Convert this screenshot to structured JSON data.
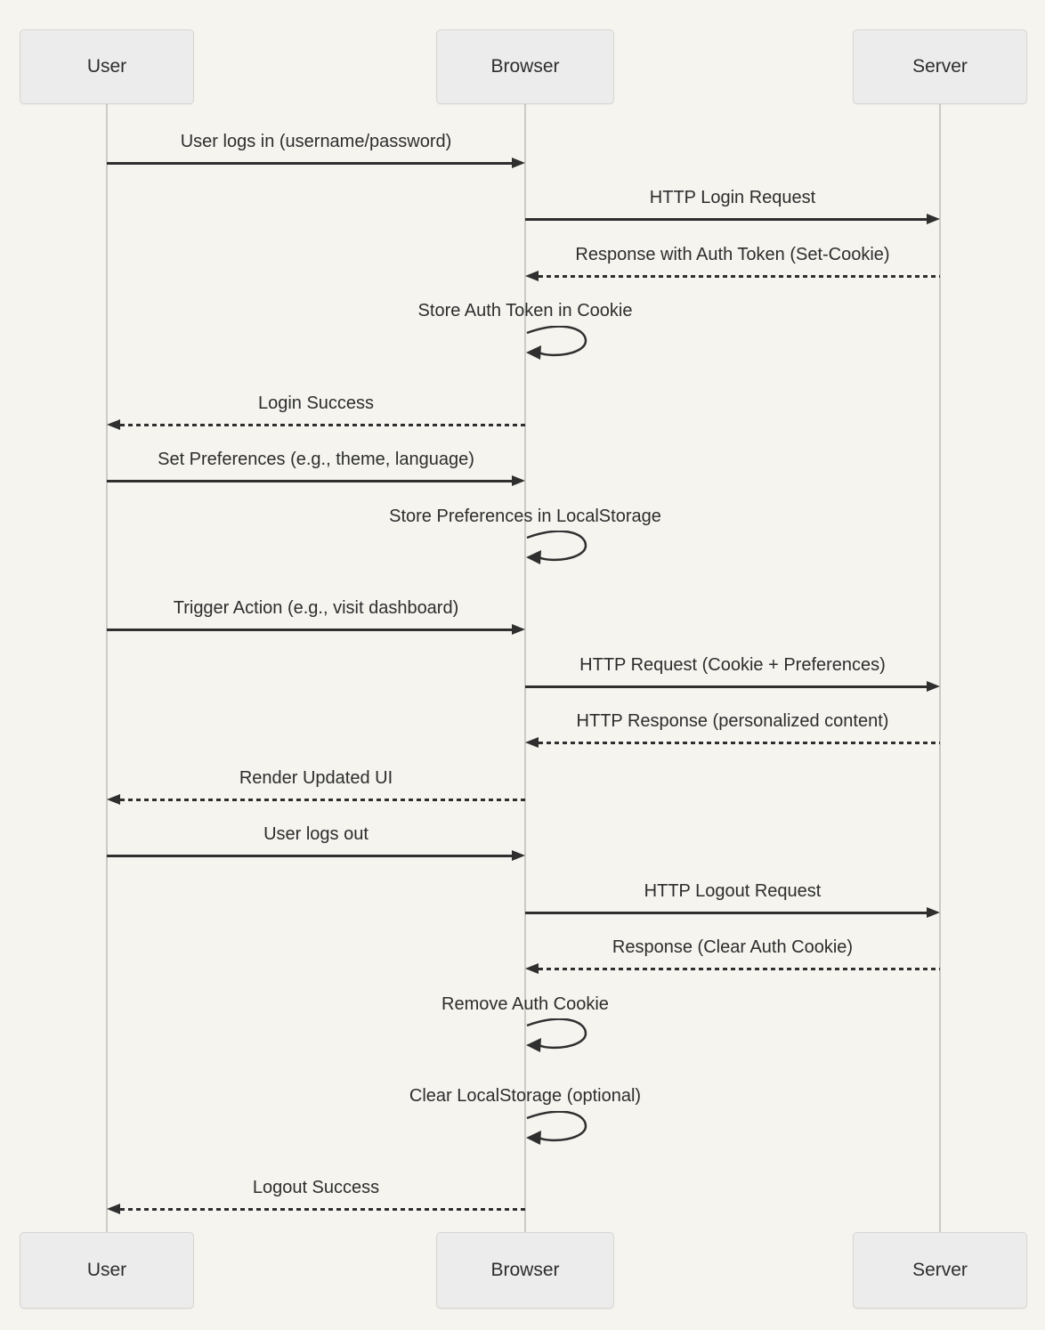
{
  "diagram": {
    "type": "sequence",
    "actors": [
      {
        "id": "user",
        "label": "User"
      },
      {
        "id": "browser",
        "label": "Browser"
      },
      {
        "id": "server",
        "label": "Server"
      }
    ],
    "messages": [
      {
        "label": "User logs in (username/password)",
        "from": "User",
        "to": "Browser",
        "style": "solid"
      },
      {
        "label": "HTTP Login Request",
        "from": "Browser",
        "to": "Server",
        "style": "solid"
      },
      {
        "label": "Response with Auth Token (Set-Cookie)",
        "from": "Server",
        "to": "Browser",
        "style": "dashed"
      },
      {
        "label": "Store Auth Token in Cookie",
        "from": "Browser",
        "to": "Browser",
        "style": "self"
      },
      {
        "label": "Login Success",
        "from": "Browser",
        "to": "User",
        "style": "dashed"
      },
      {
        "label": "Set Preferences (e.g., theme, language)",
        "from": "User",
        "to": "Browser",
        "style": "solid"
      },
      {
        "label": "Store Preferences in LocalStorage",
        "from": "Browser",
        "to": "Browser",
        "style": "self"
      },
      {
        "label": "Trigger Action (e.g., visit dashboard)",
        "from": "User",
        "to": "Browser",
        "style": "solid"
      },
      {
        "label": "HTTP Request (Cookie + Preferences)",
        "from": "Browser",
        "to": "Server",
        "style": "solid"
      },
      {
        "label": "HTTP Response (personalized content)",
        "from": "Server",
        "to": "Browser",
        "style": "dashed"
      },
      {
        "label": "Render Updated UI",
        "from": "Browser",
        "to": "User",
        "style": "dashed"
      },
      {
        "label": "User logs out",
        "from": "User",
        "to": "Browser",
        "style": "solid"
      },
      {
        "label": "HTTP Logout Request",
        "from": "Browser",
        "to": "Server",
        "style": "solid"
      },
      {
        "label": "Response (Clear Auth Cookie)",
        "from": "Server",
        "to": "Browser",
        "style": "dashed"
      },
      {
        "label": "Remove Auth Cookie",
        "from": "Browser",
        "to": "Browser",
        "style": "self"
      },
      {
        "label": "Clear LocalStorage (optional)",
        "from": "Browser",
        "to": "Browser",
        "style": "self"
      },
      {
        "label": "Logout Success",
        "from": "Browser",
        "to": "User",
        "style": "dashed"
      }
    ],
    "colors": {
      "background": "#f5f4ef",
      "actor_fill": "#ececec",
      "actor_border": "#d6d5d2",
      "line_ink": "#2f2f2f",
      "lifeline": "#cccbc6"
    }
  }
}
